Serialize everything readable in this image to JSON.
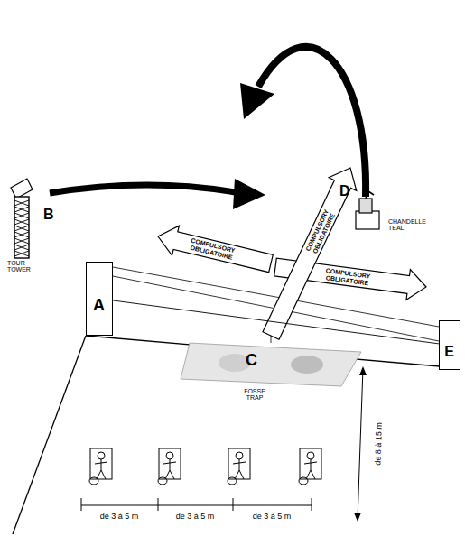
{
  "diagram": {
    "nodes": [
      {
        "text": [
          "B",
          "TOUR TOWER"
        ]
      },
      {
        "text": [
          "D",
          "CHANDELLE TEAL"
        ]
      },
      {
        "text": [
          "A"
        ]
      },
      {
        "text": [
          "C",
          "FOSSE TRAP"
        ]
      },
      {
        "text": [
          "E"
        ]
      }
    ],
    "edges": [
      {
        "from": 2,
        "to": 4,
        "arrow": "none"
      }
    ],
    "labels": [
      "COMPULSORY OBLIGATOIRE",
      "COMPULSORY OBLIGATOIRE",
      "COMPULSORY OBLIGATOIRE",
      "de 8 à 15 m",
      "de 3 à 5 m",
      "de 3 à 5 m",
      "de 3 à 5 m"
    ]
  }
}
